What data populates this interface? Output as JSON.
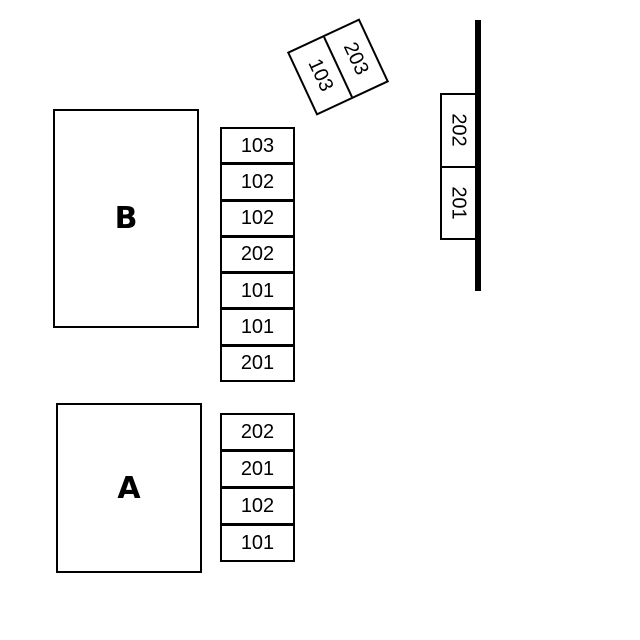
{
  "rooms": {
    "b": {
      "label": "B"
    },
    "a": {
      "label": "A"
    }
  },
  "stack_b": {
    "items": [
      "103",
      "102",
      "102",
      "202",
      "101",
      "101",
      "201"
    ]
  },
  "stack_a": {
    "items": [
      "202",
      "201",
      "102",
      "101"
    ]
  },
  "tilted_pair": {
    "items": [
      "103",
      "203"
    ]
  },
  "wall_pair": {
    "items": [
      "202",
      "201"
    ]
  }
}
